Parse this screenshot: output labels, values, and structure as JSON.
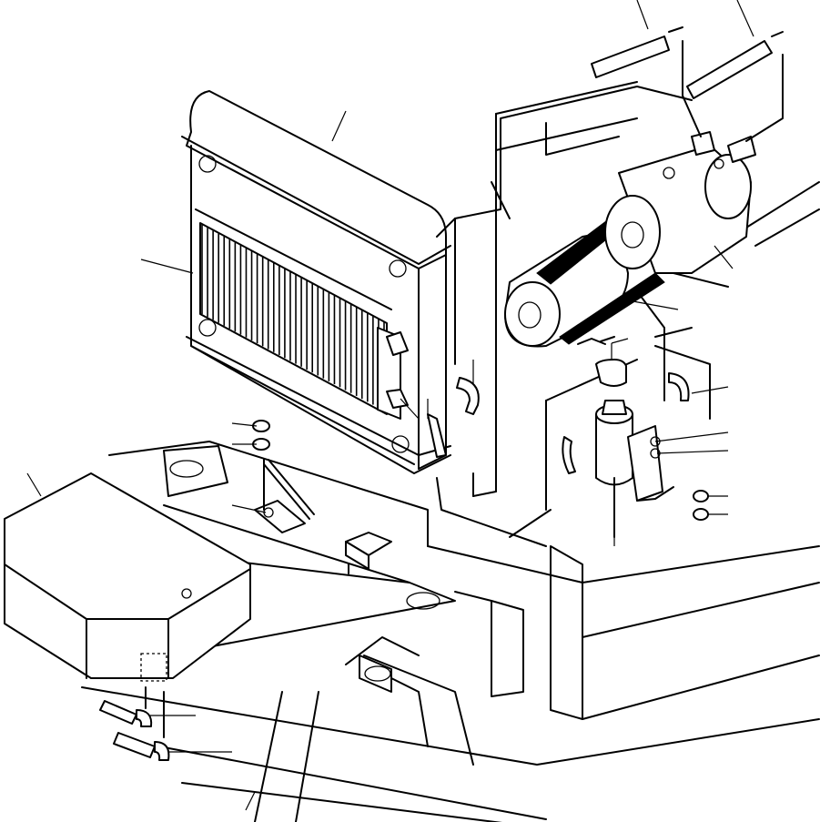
{
  "diagram": {
    "title": "",
    "parts": [
      {
        "id": "condenser-shroud"
      },
      {
        "id": "condenser-core"
      },
      {
        "id": "compressor"
      },
      {
        "id": "compressor-drive-belt"
      },
      {
        "id": "engine-crank-pulley"
      },
      {
        "id": "receiver-dryer"
      },
      {
        "id": "dryer-mounting-bracket"
      },
      {
        "id": "evaporator-unit"
      },
      {
        "id": "refrigerant-hoses"
      },
      {
        "id": "hose-fittings"
      },
      {
        "id": "nuts"
      },
      {
        "id": "mounting-bracket"
      },
      {
        "id": "frame-rails"
      }
    ],
    "callout_count": 24
  }
}
